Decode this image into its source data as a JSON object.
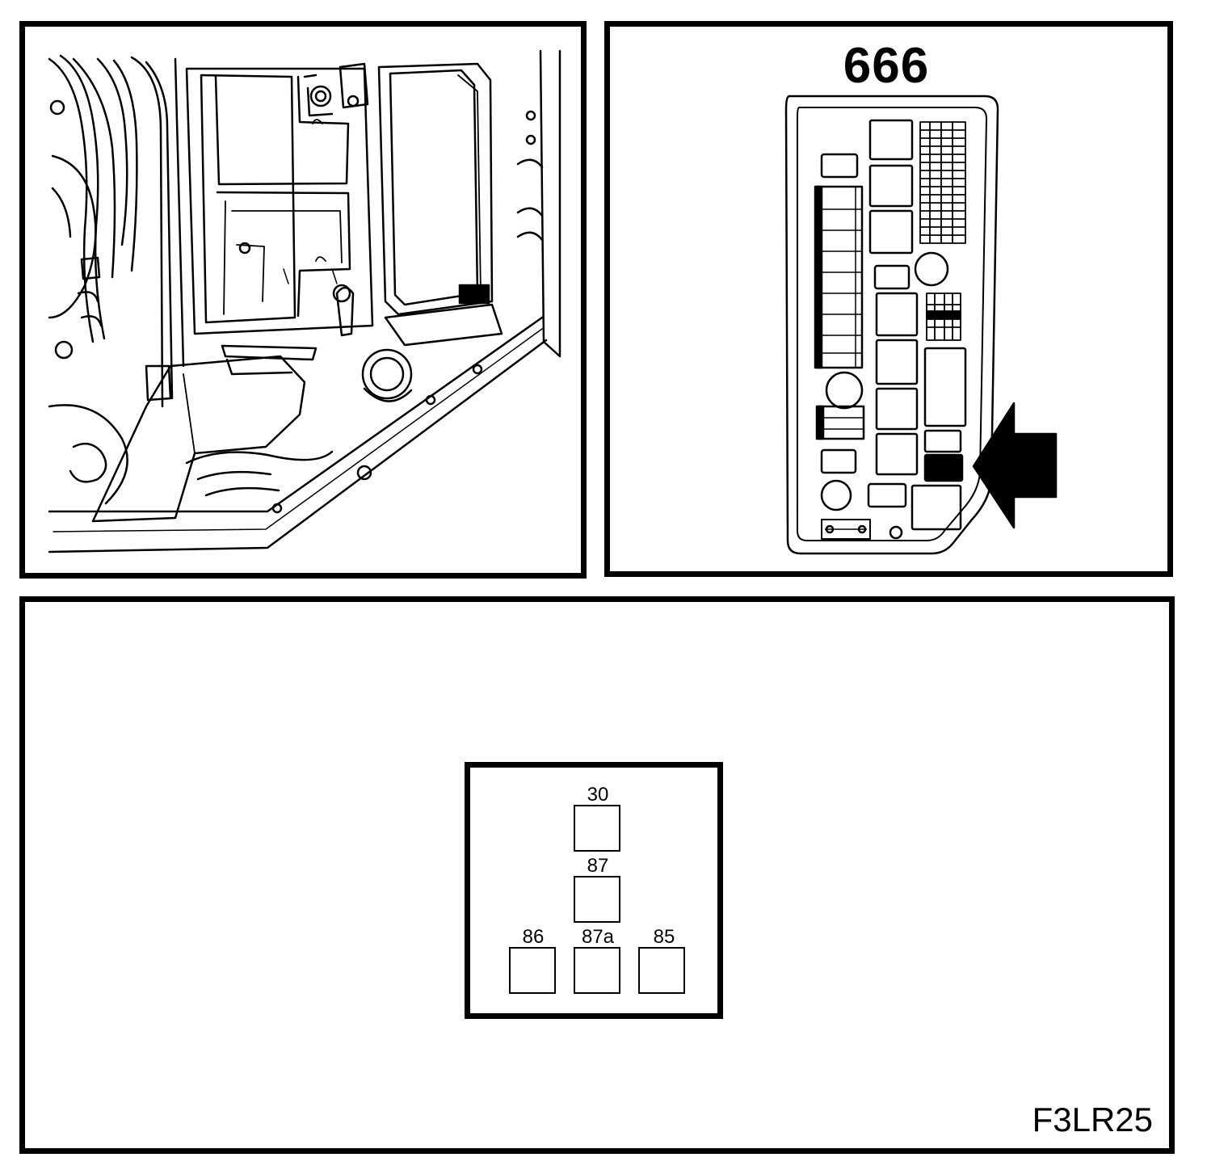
{
  "fusebox": {
    "number": "666"
  },
  "relay": {
    "pins": [
      {
        "label": "30"
      },
      {
        "label": "87"
      },
      {
        "label": "86"
      },
      {
        "label": "87a"
      },
      {
        "label": "85"
      }
    ]
  },
  "figure_code": "F3LR25",
  "colors": {
    "ink": "#000000",
    "paper": "#ffffff"
  }
}
